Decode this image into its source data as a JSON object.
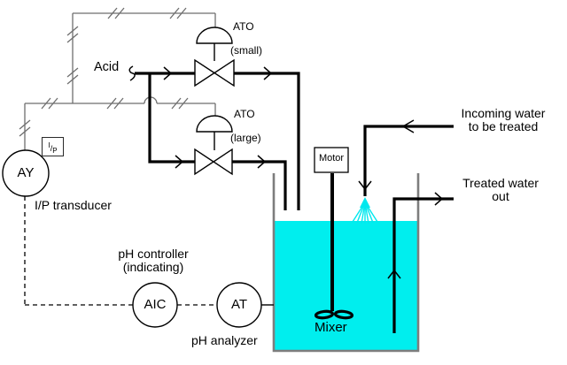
{
  "labels": {
    "acid": "Acid",
    "valve_small": {
      "ato": "ATO",
      "size": "(small)"
    },
    "valve_large": {
      "ato": "ATO",
      "size": "(large)"
    },
    "transducer": {
      "tag": "AY",
      "box_sup": "I",
      "box_slash": "/",
      "box_sub": "P",
      "caption": "I/P transducer"
    },
    "controller": {
      "tag": "AIC",
      "caption_line1": "pH controller",
      "caption_line2": "(indicating)"
    },
    "analyzer": {
      "tag": "AT",
      "caption": "pH analyzer"
    },
    "motor": "Motor",
    "mixer": "Mixer",
    "incoming": {
      "line1": "Incoming water",
      "line2": "to be treated"
    },
    "treated": {
      "line1": "Treated water",
      "line2": "out"
    }
  },
  "colors": {
    "water": "#00eeee",
    "spray": "#00e8ee",
    "pipe": "#000000",
    "pneumatic_signal": "#6e6e6e",
    "tank_wall": "#7d7d7d"
  }
}
